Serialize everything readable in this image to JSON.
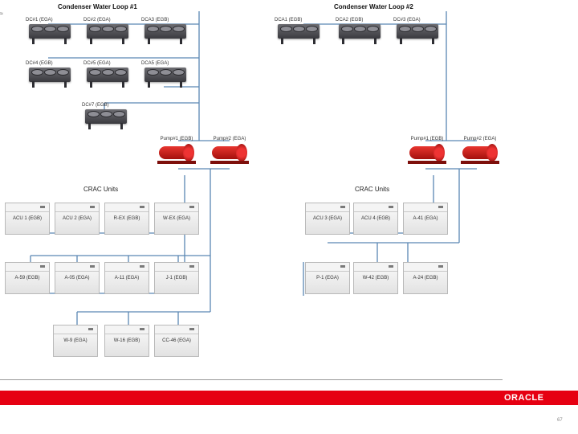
{
  "corner_mark": "≈",
  "loop1": {
    "title": "Condenser Water Loop #1",
    "dry_coolers": [
      "DC#1 (EGA)",
      "DC#2 (EGA)",
      "DCA3 (EGB)",
      "DC#4 (EGB)",
      "DC#5 (EGA)",
      "DCA5 (EGA)",
      "DC#7 (EGB)"
    ],
    "pumps": [
      "Pump#1 (EGB)",
      "Pump#2 (EGA)"
    ],
    "crac_title": "CRAC Units",
    "crac_units": [
      "ACU 1 (EGB)",
      "ACU 2 (EGA)",
      "R-EX (EGB)",
      "W-EX (EGA)",
      "A-59 (EGB)",
      "A-05 (EGA)",
      "A-11 (EGA)",
      "J-1 (EGB)",
      "W-9 (EGA)",
      "W-16 (EGB)",
      "CC-46 (EGA)"
    ]
  },
  "loop2": {
    "title": "Condenser Water Loop #2",
    "dry_coolers": [
      "DCA1 (EGB)",
      "DCA2 (EGB)",
      "DC#3 (EGA)"
    ],
    "pumps": [
      "Pump#1 (EGB)",
      "Pump#2 (EGA)"
    ],
    "crac_title": "CRAC Units",
    "crac_units": [
      "ACU 3 (EGA)",
      "ACU 4 (EGB)",
      "A-41 (EGA)",
      "P-1 (EGA)",
      "W-42 (EGB)",
      "A-24 (EGB)"
    ]
  },
  "footer": {
    "logo": "ORACLE",
    "page": "67"
  },
  "colors": {
    "brand_red": "#e60012",
    "pipe": "#5b87b3",
    "pump_red": "#d0201b"
  }
}
